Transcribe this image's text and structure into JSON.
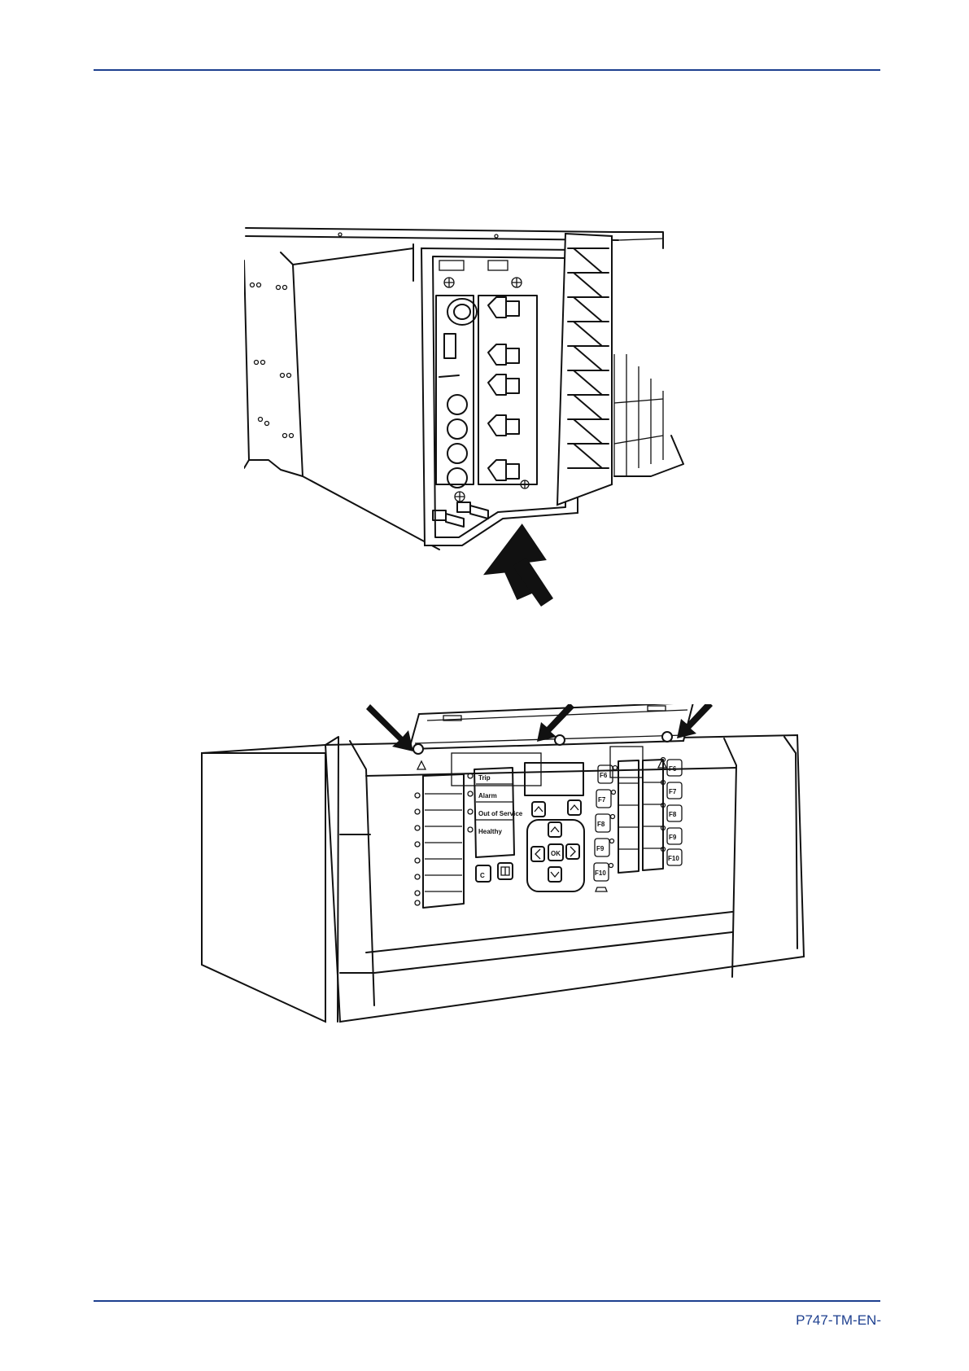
{
  "header": {
    "rule_color": "#1d3f8f"
  },
  "footer": {
    "document_code": "P747-TM-EN-"
  },
  "figure_rear": {
    "arrow_icon": "insertion-arrow-icon"
  },
  "figure_front": {
    "led_labels": [
      "Trip",
      "Alarm",
      "Out of Service",
      "Healthy"
    ],
    "function_keys_left": [
      "F6",
      "F7",
      "F8",
      "F9",
      "F10"
    ],
    "function_keys_right": [
      "F6",
      "F7",
      "F8",
      "F9",
      "F10"
    ],
    "nav_center_key": "OK",
    "clear_key": "C",
    "read_key_icon": "book-icon"
  }
}
